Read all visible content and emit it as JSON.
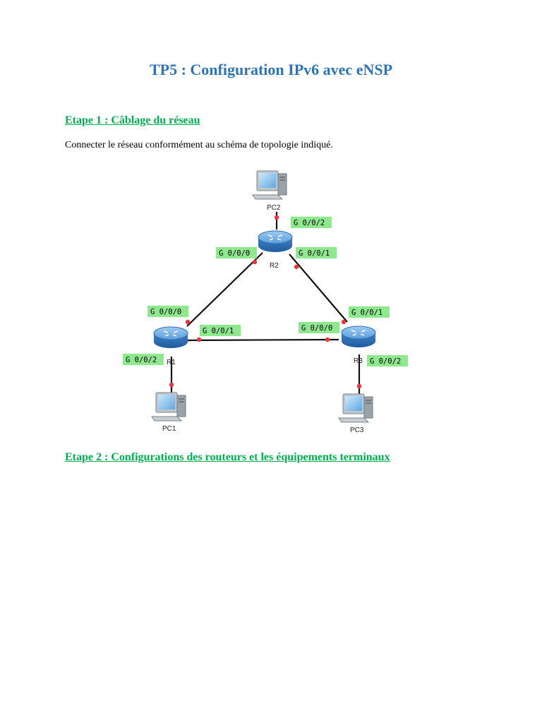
{
  "title": "TP5 : Configuration IPv6 avec eNSP",
  "step1": {
    "heading": "Etape 1 : Câblage du réseau",
    "text": "Connecter le réseau conformément au schéma de topologie indiqué."
  },
  "step2": {
    "heading": "Etape 2 : Configurations des routeurs et les équipements terminaux"
  },
  "diagram": {
    "devices": {
      "pc1": "PC1",
      "pc2": "PC2",
      "pc3": "PC3",
      "r1": "R1",
      "r2": "R2",
      "r3": "R3"
    },
    "ports": {
      "r2_g002": "G 0/0/2",
      "r2_g000": "G 0/0/0",
      "r2_g001": "G 0/0/1",
      "r1_g000": "G 0/0/0",
      "r1_g001": "G 0/0/1",
      "r1_g002": "G 0/0/2",
      "r3_g001": "G 0/0/1",
      "r3_g000": "G 0/0/0",
      "r3_g002": "G 0/0/2"
    },
    "colors": {
      "label_bg": "#8EE88E",
      "router": "#4A8FD4",
      "link": "#111111",
      "port_dot": "#E8383B"
    }
  }
}
